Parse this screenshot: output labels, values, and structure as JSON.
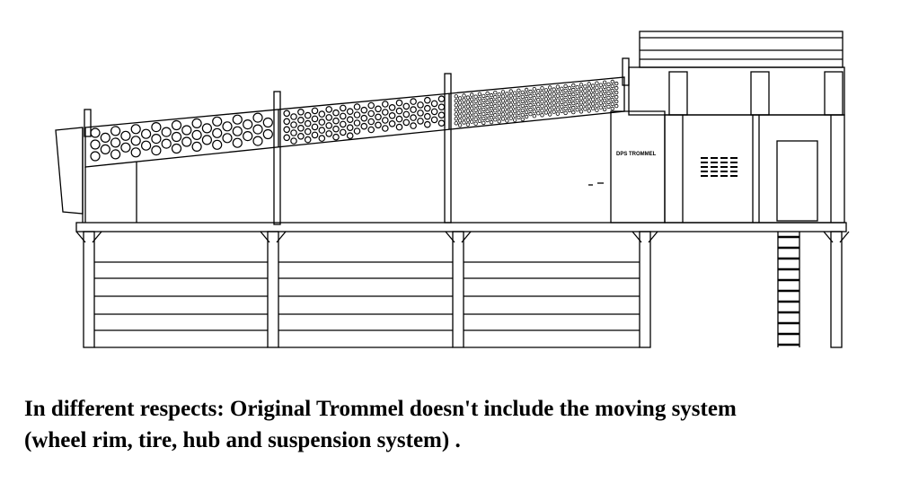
{
  "drawing": {
    "machine_label": "DPS TROMMEL"
  },
  "caption": {
    "line1": "In different respects: Original Trommel doesn't include the moving system",
    "line2": "(wheel rim, tire, hub and suspension system) ."
  }
}
